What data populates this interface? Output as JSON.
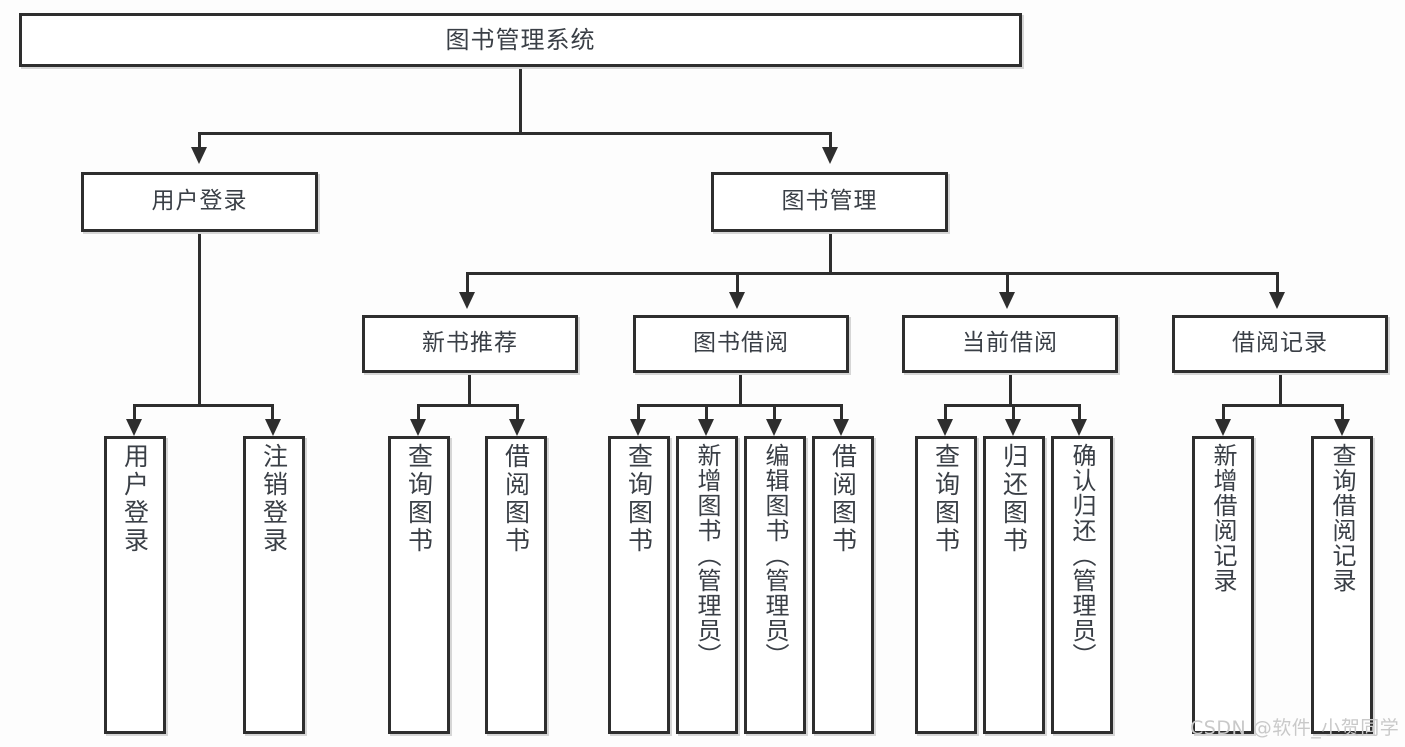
{
  "diagram": {
    "title": "图书管理系统",
    "type": "tree-hierarchy-diagram",
    "colors": {
      "background": "#fdfdfd",
      "box_fill": "#ffffff",
      "box_border": "#2e2e2e",
      "box_shadow": "#d6d6d6",
      "text": "#3a3f46",
      "connector": "#2e2e2e",
      "watermark": "#c9c9c9"
    },
    "root": {
      "label": "图书管理系统"
    },
    "tier2": [
      {
        "label": "用户登录"
      },
      {
        "label": "图书管理"
      }
    ],
    "tier3": [
      {
        "label": "新书推荐"
      },
      {
        "label": "图书借阅"
      },
      {
        "label": "当前借阅"
      },
      {
        "label": "借阅记录"
      }
    ],
    "leaves": {
      "user_login": [
        {
          "label": "用户登录"
        },
        {
          "label": "注销登录"
        }
      ],
      "new_book_recommend": [
        {
          "label": "查询图书"
        },
        {
          "label": "借阅图书"
        }
      ],
      "book_borrow": [
        {
          "label": "查询图书"
        },
        {
          "label": "新增图书（管理员）"
        },
        {
          "label": "编辑图书（管理员）"
        },
        {
          "label": "借阅图书"
        }
      ],
      "current_borrow": [
        {
          "label": "查询图书"
        },
        {
          "label": "归还图书"
        },
        {
          "label": "确认归还（管理员）"
        }
      ],
      "borrow_record": [
        {
          "label": "新增借阅记录"
        },
        {
          "label": "查询借阅记录"
        }
      ]
    }
  },
  "watermark": {
    "text": "CSDN @软件_小贺同学"
  }
}
